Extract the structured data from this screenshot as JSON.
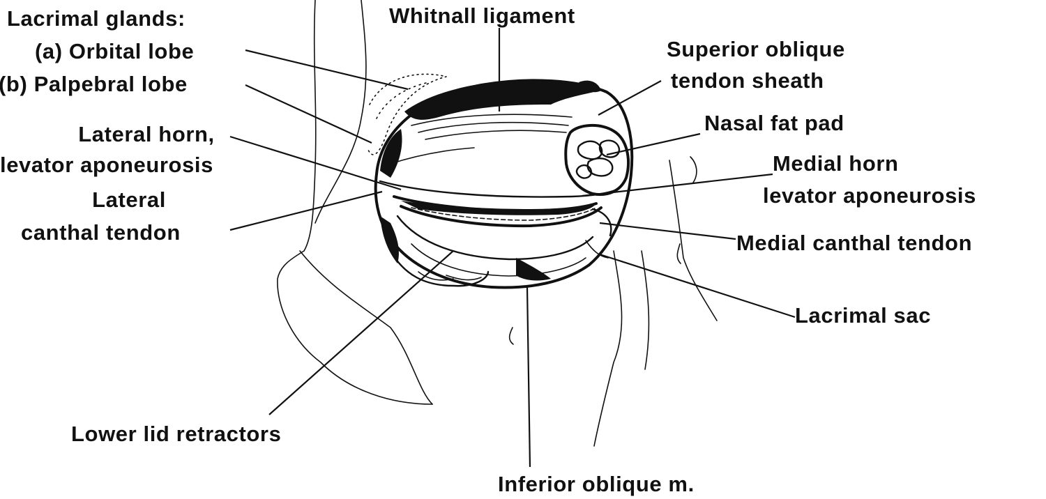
{
  "labels": {
    "lacrimal_glands": "Lacrimal glands:",
    "orbital_lobe": "(a) Orbital lobe",
    "palpebral_lobe": "(b) Palpebral lobe",
    "lateral_horn_1": "Lateral horn,",
    "lateral_horn_2": "levator aponeurosis",
    "lateral_canthal_1": "Lateral",
    "lateral_canthal_2": "canthal tendon",
    "whitnall": "Whitnall ligament",
    "superior_oblique_1": "Superior oblique",
    "superior_oblique_2": "tendon sheath",
    "nasal_fat_pad": "Nasal fat pad",
    "medial_horn_1": "Medial horn",
    "medial_horn_2": "levator aponeurosis",
    "medial_canthal": "Medial canthal tendon",
    "lacrimal_sac": "Lacrimal sac",
    "lower_lid_retractors": "Lower lid retractors",
    "inferior_oblique": "Inferior oblique m."
  }
}
